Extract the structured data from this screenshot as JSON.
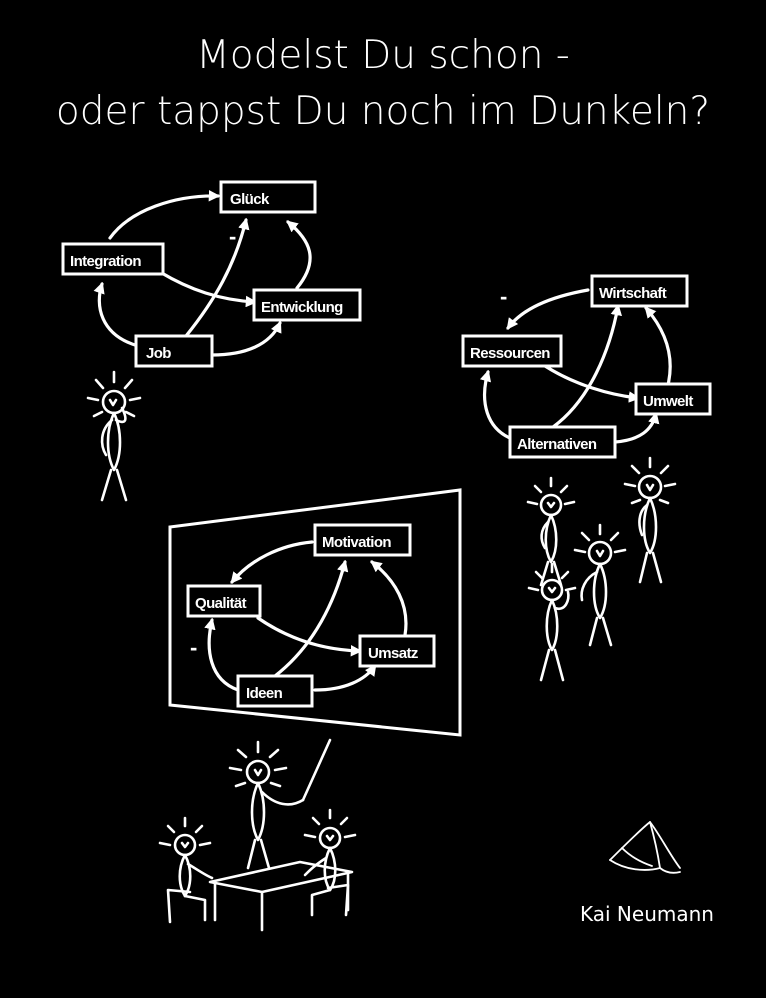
{
  "cover": {
    "title_line1": "Modelst Du schon -",
    "title_line2": "oder tappst Du noch im Dunkeln?",
    "author": "Kai Neumann"
  },
  "diagram1": {
    "nodes": {
      "glueck": "Glück",
      "integration": "Integration",
      "entwicklung": "Entwicklung",
      "job": "Job"
    },
    "minus": "-"
  },
  "diagram2": {
    "nodes": {
      "wirtschaft": "Wirtschaft",
      "ressourcen": "Ressourcen",
      "umwelt": "Umwelt",
      "alternativen": "Alternativen"
    },
    "minus": "-"
  },
  "diagram3": {
    "nodes": {
      "motivation": "Motivation",
      "qualitaet": "Qualität",
      "umsatz": "Umsatz",
      "ideen": "Ideen"
    },
    "minus": "-"
  },
  "icons": [
    "stick-figure-icon",
    "thinking-light-icon",
    "arrow-icon",
    "signature-logo-icon"
  ]
}
